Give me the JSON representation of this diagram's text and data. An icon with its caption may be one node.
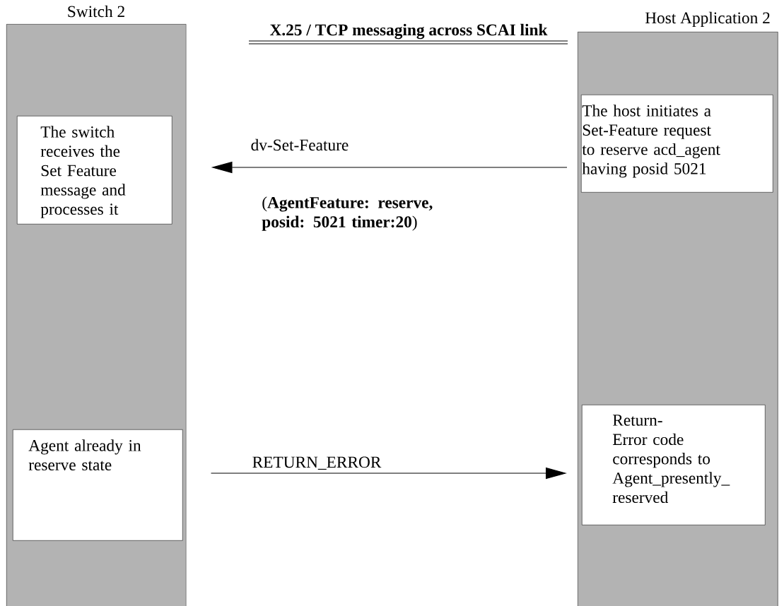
{
  "diagram": {
    "title": "X.25 / TCP messaging across SCAI link",
    "nodes": [
      {
        "text": [
          "Switch 2"
        ]
      },
      {
        "text": [
          "Host Application 2"
        ]
      },
      {
        "text": [
          "The switch receives the Set Feature message and processes it"
        ],
        "in": 0
      },
      {
        "text": [
          "The host initiates a Set-Feature request to reserve acd_agent having posid 5021"
        ],
        "in": 1
      },
      {
        "text": [
          "Agent already in reserve state"
        ],
        "in": 0
      },
      {
        "text": [
          "Return-Error code corresponds to Agent_presently_ reserved"
        ],
        "in": 1
      }
    ],
    "edges": [
      {
        "from": 3,
        "to": 2,
        "arrow": "to",
        "label": "dv-Set-Feature"
      },
      {
        "from": 4,
        "to": 5,
        "arrow": "to",
        "label": "RETURN_ERROR"
      }
    ],
    "labels": [
      "(**AgentFeature: reserve, posid: 5021 timer:20**)"
    ]
  }
}
